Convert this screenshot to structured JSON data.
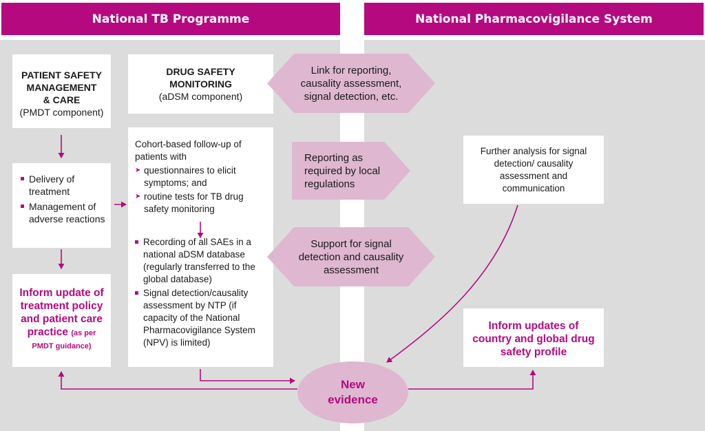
{
  "headers": {
    "left": "National TB Programme",
    "right": "National Pharmacovigilance System"
  },
  "patient_safety": {
    "title_line1": "PATIENT SAFETY",
    "title_line2": "MANAGEMENT",
    "title_line3": "& CARE",
    "subtitle": "(PMDT component)"
  },
  "drug_safety": {
    "title_line1": "DRUG SAFETY",
    "title_line2": "MONITORING",
    "subtitle": "(aDSM component)"
  },
  "delivery": {
    "items": [
      "Delivery of treatment",
      "Management of adverse reactions"
    ]
  },
  "cohort": {
    "intro": "Cohort-based follow-up of patients with",
    "arrow_items": [
      "questionnaires to elicit symptoms; and",
      "routine tests for TB drug safety monitoring"
    ],
    "bullet_items": [
      "Recording of all SAEs in a national aDSM database (regularly transferred to the global database)",
      "Signal detection/causality assessment by NTP (if capacity of the National Pharmacovigilance System (NPV) is limited)"
    ]
  },
  "inform_left": {
    "main": "Inform update of treatment policy and patient care practice",
    "note": "(as per PMDT guidance)"
  },
  "hexagons": {
    "link": "Link for reporting, causality assessment, signal detection, etc.",
    "reporting": "Reporting as required by local regulations",
    "support": "Support for signal detection and causality assessment"
  },
  "further_analysis": "Further analysis for signal detection/ causality assessment and communication",
  "inform_right": "Inform updates of country and global drug safety profile",
  "new_evidence": "New evidence",
  "colors": {
    "accent": "#b5097f",
    "panel": "#dcdcdd",
    "hexagon": "#dfb7d1"
  }
}
